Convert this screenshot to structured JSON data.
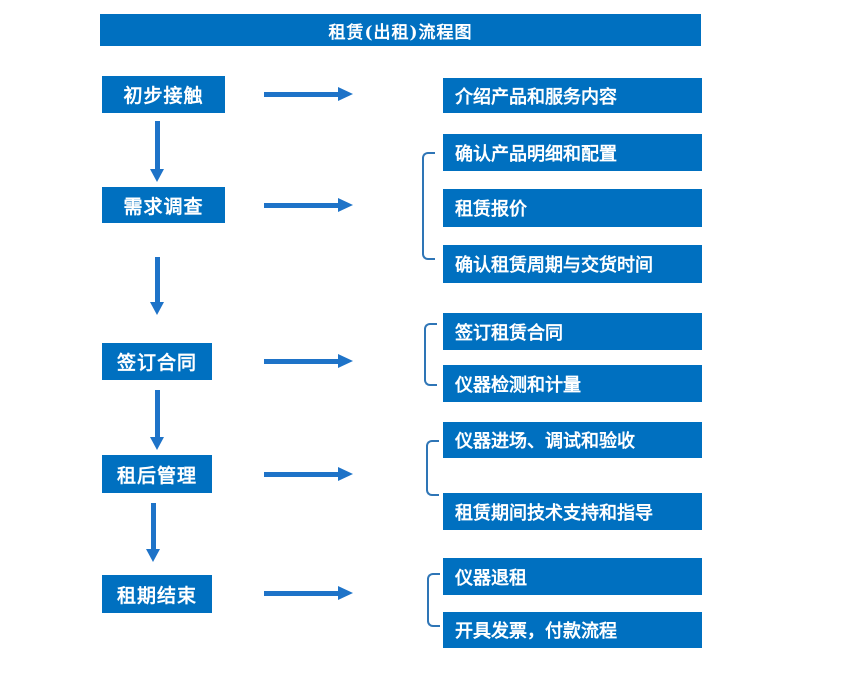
{
  "title": "租赁(出租)流程图",
  "colors": {
    "box": "#0070C0",
    "arrow": "#1E73C8",
    "bracket": "#2E75B6",
    "text": "#FFFFFF",
    "background": "#FFFFFF"
  },
  "steps": [
    {
      "label": "初步接触",
      "outputs": [
        "介绍产品和服务内容"
      ]
    },
    {
      "label": "需求调查",
      "outputs": [
        "确认产品明细和配置",
        "租赁报价",
        "确认租赁周期与交货时间"
      ]
    },
    {
      "label": "签订合同",
      "outputs": [
        "签订租赁合同",
        "仪器检测和计量"
      ]
    },
    {
      "label": "租后管理",
      "outputs": [
        "仪器进场、调试和验收",
        "租赁期间技术支持和指导"
      ]
    },
    {
      "label": "租期结束",
      "outputs": [
        "仪器退租",
        "开具发票，付款流程"
      ]
    }
  ]
}
